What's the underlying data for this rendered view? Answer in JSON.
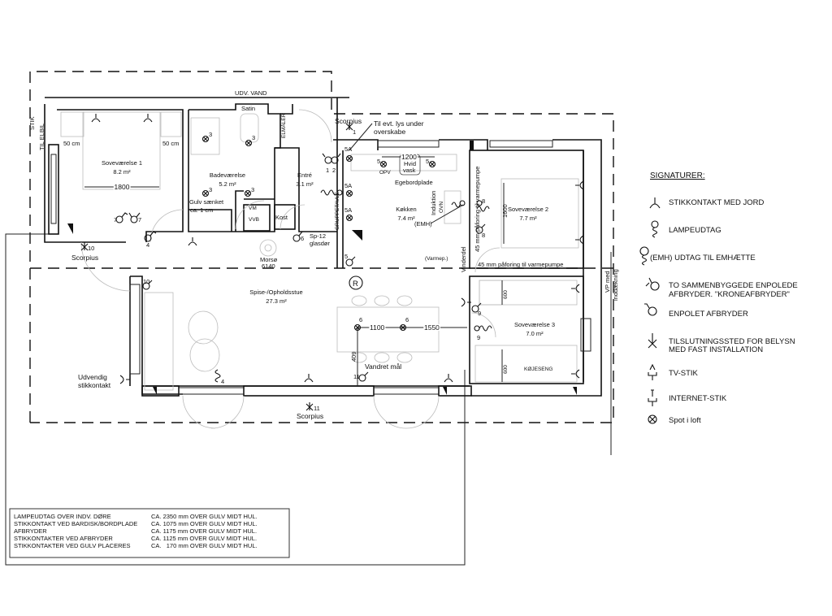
{
  "legend": {
    "title": "SIGNATURER:",
    "items": [
      {
        "icon": "socket-with-ground-icon",
        "label": "STIKKONTAKT MED JORD"
      },
      {
        "icon": "lamp-outlet-icon",
        "label": "LAMPEUDTAG"
      },
      {
        "icon": "hood-outlet-icon",
        "label": "(EMH) UDTAG TIL EMHÆTTE"
      },
      {
        "icon": "double-switch-icon",
        "label": "TO SAMMENBYGGEDE ENPOLEDE",
        "label2": "AFBRYDER. \"KRONEAFBRYDER\""
      },
      {
        "icon": "single-switch-icon",
        "label": "ENPOLET AFBRYDER"
      },
      {
        "icon": "fixed-light-connection-icon",
        "label": "TILSLUTNINGSSTED FOR BELYSN",
        "label2": "MED FAST INSTALLATION"
      },
      {
        "icon": "tv-outlet-icon",
        "label": "TV-STIK"
      },
      {
        "icon": "internet-outlet-icon",
        "label": "INTERNET-STIK"
      },
      {
        "icon": "ceiling-spot-icon",
        "label": "Spot i loft"
      }
    ]
  },
  "heights_table": [
    {
      "item": "LAMPEUDTAG OVER INDV. DØRE",
      "value": "CA. 2350 mm OVER GULV MIDT HUL."
    },
    {
      "item": "STIKKONTAKT VED BARDISK/BORDPLADE",
      "value": "CA. 1075 mm OVER GULV MIDT HUL."
    },
    {
      "item": "AFBRYDER",
      "value": "CA. 1175 mm OVER GULV MIDT HUL."
    },
    {
      "item": "STIKKONTAKTER VED AFBRYDER",
      "value": "CA. 1125 mm OVER GULV MIDT HUL."
    },
    {
      "item": "STIKKONTAKTER VED GULV PLACERES",
      "value": "CA.   170 mm OVER GULV MIDT HUL."
    }
  ],
  "rooms": {
    "bedroom1": {
      "name": "Soveværelse 1",
      "area": "8.2 m²"
    },
    "bathroom": {
      "name": "Badeværelse",
      "area": "5.2 m²"
    },
    "entrance": {
      "name": "Entré",
      "area": "3.1 m²"
    },
    "kitchen": {
      "name": "Køkken",
      "area": "7.4 m²"
    },
    "bedroom2": {
      "name": "Soveværelse 2",
      "area": "7.7 m²"
    },
    "bedroom3": {
      "name": "Soveværelse 3",
      "area": "7.0 m²"
    },
    "living": {
      "name": "Spise-/Opholdsstue",
      "area": "27.3 m²"
    }
  },
  "labels": {
    "stik": "STIK",
    "til_elbil": "TIL ELBIL",
    "udv_vand": "UDV. VAND",
    "satin": "Satin",
    "elmaaler": "ELMÅLER",
    "scorpius": "Scorpius",
    "til_evt": "Til evt. lys under",
    "overskabe": "overskabe",
    "gulv_saenket": "Gulv sænket",
    "ca_1cm": "ca.  1 cm",
    "kost": "Kost",
    "sp12": "Sp-12",
    "glasdor": "glasdør",
    "morso": "Morsø",
    "morso_model": "6140",
    "gruppetavle": "GRUPPETAVLE",
    "egebordplade": "Egebordplade",
    "hvid": "Hvid",
    "vask": "vask",
    "induktion": "Induktion",
    "emh": "(EMH)",
    "varmep": "(Varmep.)",
    "vinderdel": "Vinderdel",
    "paforing": "45 mm påforing til varmepumpe",
    "vp_med": "VP med",
    "inddaekning": "inddækning",
    "r_mark": "R",
    "vandret_maal": "Vandret mål",
    "udvendig": "Udvendig",
    "stikkontakt": "stikkontakt",
    "kojeseng": "KØJESENG",
    "cm50": "50 cm",
    "opv": "OPV",
    "ovn": "OVN",
    "vm": "VM",
    "vvb": "VVB"
  },
  "dimensions": {
    "bed1": "1800",
    "sink": "1200",
    "bed2": "1600",
    "bunk_top": "600",
    "bunk_bottom": "600",
    "spots": "1100",
    "spot_wall": "1550",
    "spot_offset": "409"
  },
  "circuits": {
    "c1": "1",
    "c2": "2",
    "c3": "3",
    "c4": "4",
    "c5": "5",
    "c5a": "5A",
    "c6": "6",
    "c7": "7",
    "c8": "8",
    "c9": "9",
    "c10": "10",
    "c11": "11"
  }
}
